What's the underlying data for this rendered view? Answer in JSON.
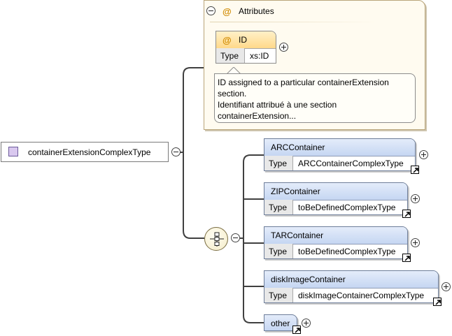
{
  "root": {
    "name": "containerExtensionComplexType"
  },
  "attributes": {
    "title": "Attributes",
    "at_symbol": "@",
    "items": [
      {
        "name": "ID",
        "type_label": "Type",
        "type_value": "xs:ID"
      }
    ],
    "documentation": [
      "ID assigned to a particular containerExtension",
      "section.",
      "Identifiant attribué à une section",
      "containerExtension..."
    ]
  },
  "elements": [
    {
      "name": "ARCContainer",
      "type_label": "Type",
      "type_value": "ARCContainerComplexType"
    },
    {
      "name": "ZIPContainer",
      "type_label": "Type",
      "type_value": "toBeDefinedComplexType"
    },
    {
      "name": "TARContainer",
      "type_label": "Type",
      "type_value": "toBeDefinedComplexType"
    },
    {
      "name": "diskImageContainer",
      "type_label": "Type",
      "type_value": "diskImageContainerComplexType"
    }
  ],
  "any": {
    "name": "other"
  },
  "colors": {
    "element_header": "#c5d6f2",
    "attribute_header": "#ffd98a",
    "attribute_panel": "#fffbf0",
    "root_icon": "#d9c8ef"
  },
  "icons": {
    "expand": "plus-circle-icon",
    "collapse": "minus-circle-icon",
    "type_link": "arrow-link-icon",
    "sequence": "sequence-compositor-icon",
    "complex_type": "complex-type-icon"
  }
}
